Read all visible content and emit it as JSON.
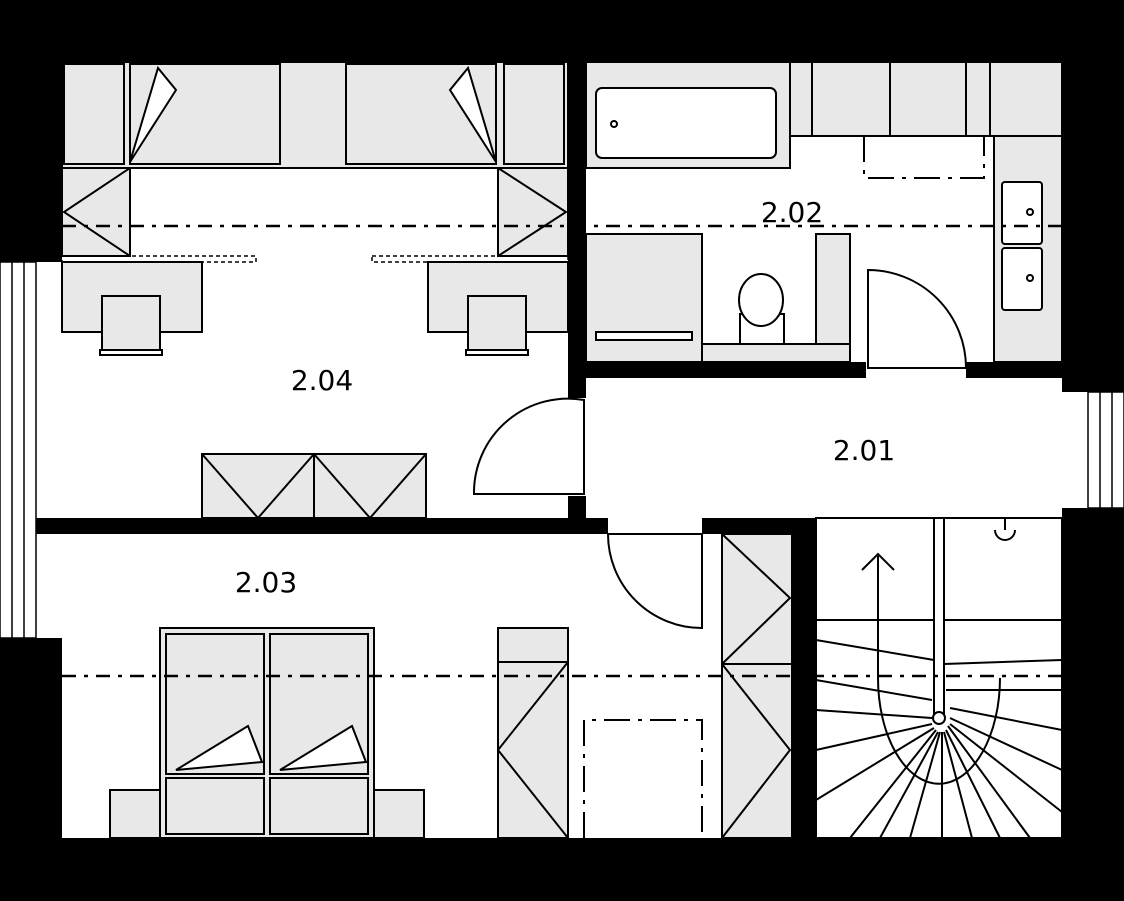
{
  "rooms": [
    {
      "id": "hall",
      "label": "2.01"
    },
    {
      "id": "bathroom",
      "label": "2.02"
    },
    {
      "id": "bedroom",
      "label": "2.03"
    },
    {
      "id": "kids-room",
      "label": "2.04"
    }
  ],
  "colors": {
    "wall": "#000000",
    "furniture_fill": "#e8e8e8",
    "floor": "#ffffff"
  }
}
